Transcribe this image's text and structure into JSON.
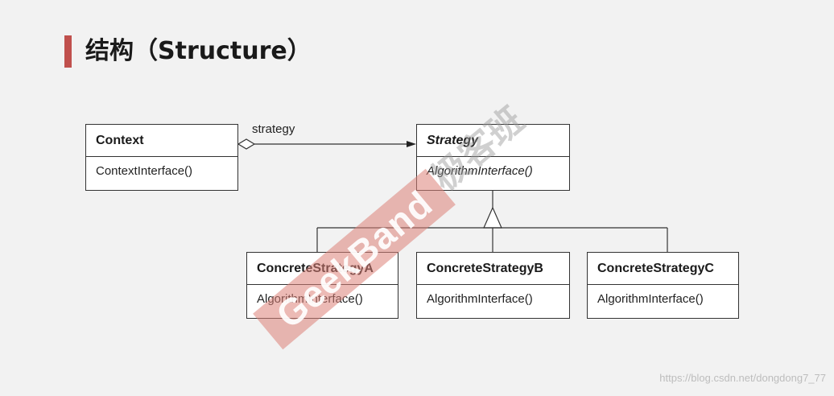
{
  "title": "结构（Structure）",
  "classes": {
    "context": {
      "name": "Context",
      "operation": "ContextInterface()"
    },
    "strategy": {
      "name": "Strategy",
      "operation": "AlgorithmInterface()"
    },
    "concrete_a": {
      "name": "ConcreteStrategyA",
      "operation": "AlgorithmInterface()"
    },
    "concrete_b": {
      "name": "ConcreteStrategyB",
      "operation": "AlgorithmInterface()"
    },
    "concrete_c": {
      "name": "ConcreteStrategyC",
      "operation": "AlgorithmInterface()"
    }
  },
  "association_label": "strategy",
  "watermark": {
    "brand": "GeekBand",
    "chinese": "极客班"
  },
  "footer_url": "https://blog.csdn.net/dongdong7_77",
  "colors": {
    "accent": "#c0504d",
    "background": "#f2f2f2",
    "line": "#333333"
  }
}
